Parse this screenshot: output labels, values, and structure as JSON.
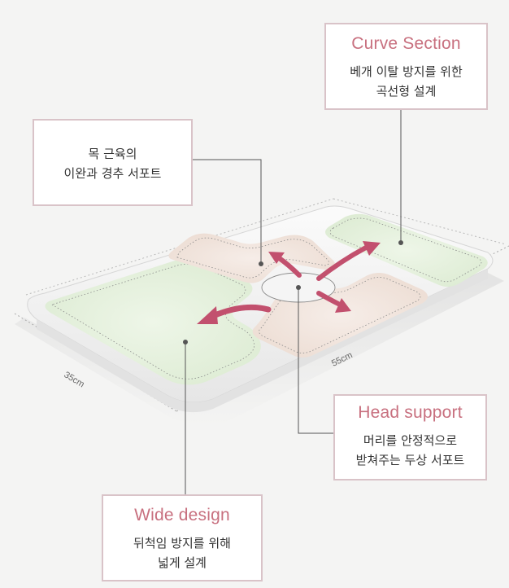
{
  "callouts": {
    "curve": {
      "title": "Curve Section",
      "lines": [
        "베개 이탈 방지를 위한",
        "곡선형 설계"
      ]
    },
    "neck": {
      "title": "",
      "lines": [
        "목 근육의",
        "이완과 경추 서포트"
      ]
    },
    "head": {
      "title": "Head support",
      "lines": [
        "머리를 안정적으로",
        "받쳐주는 두상 서포트"
      ]
    },
    "wide": {
      "title": "Wide design",
      "lines": [
        "뒤척임 방지를 위해",
        "넓게 설계"
      ]
    }
  },
  "dimensions": {
    "width": "55cm",
    "depth": "35cm"
  },
  "colors": {
    "accent_title": "#c8707f",
    "callout_border": "#d9c3c8",
    "arrow": "#c2506e",
    "side_panel": "#e9f3e2",
    "center_panel": "#f2e6de"
  },
  "icons": [
    "curved-arrow-icon"
  ]
}
